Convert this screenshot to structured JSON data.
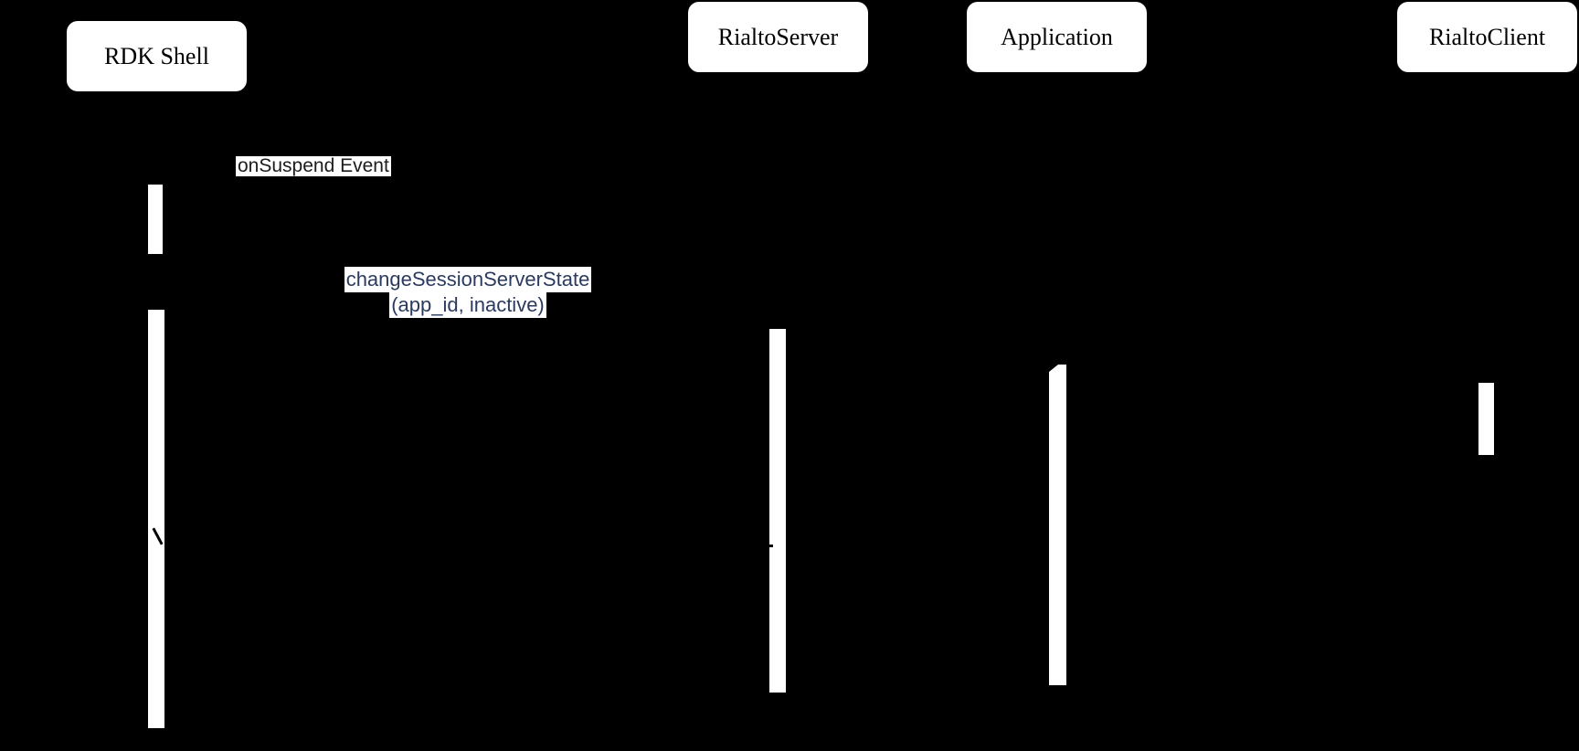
{
  "participants": [
    {
      "label": "RDK Shell"
    },
    {
      "label": "RialtoServer"
    },
    {
      "label": "Application"
    },
    {
      "label": "RialtoClient"
    }
  ],
  "messages": {
    "on_suspend": {
      "label": "onSuspend Event"
    },
    "change_session_server_state": {
      "line1": "changeSessionServerState",
      "line2": "(app_id, inactive)"
    }
  },
  "colors": {
    "background": "#000000",
    "box_fill": "#ffffff",
    "box_text": "#000000",
    "activation_fill": "#ffffff",
    "label_bg": "#ffffff",
    "on_suspend_text": "#1c1c1c",
    "change_state_text": "#2b3a5f",
    "fragment_color": "#000000"
  }
}
